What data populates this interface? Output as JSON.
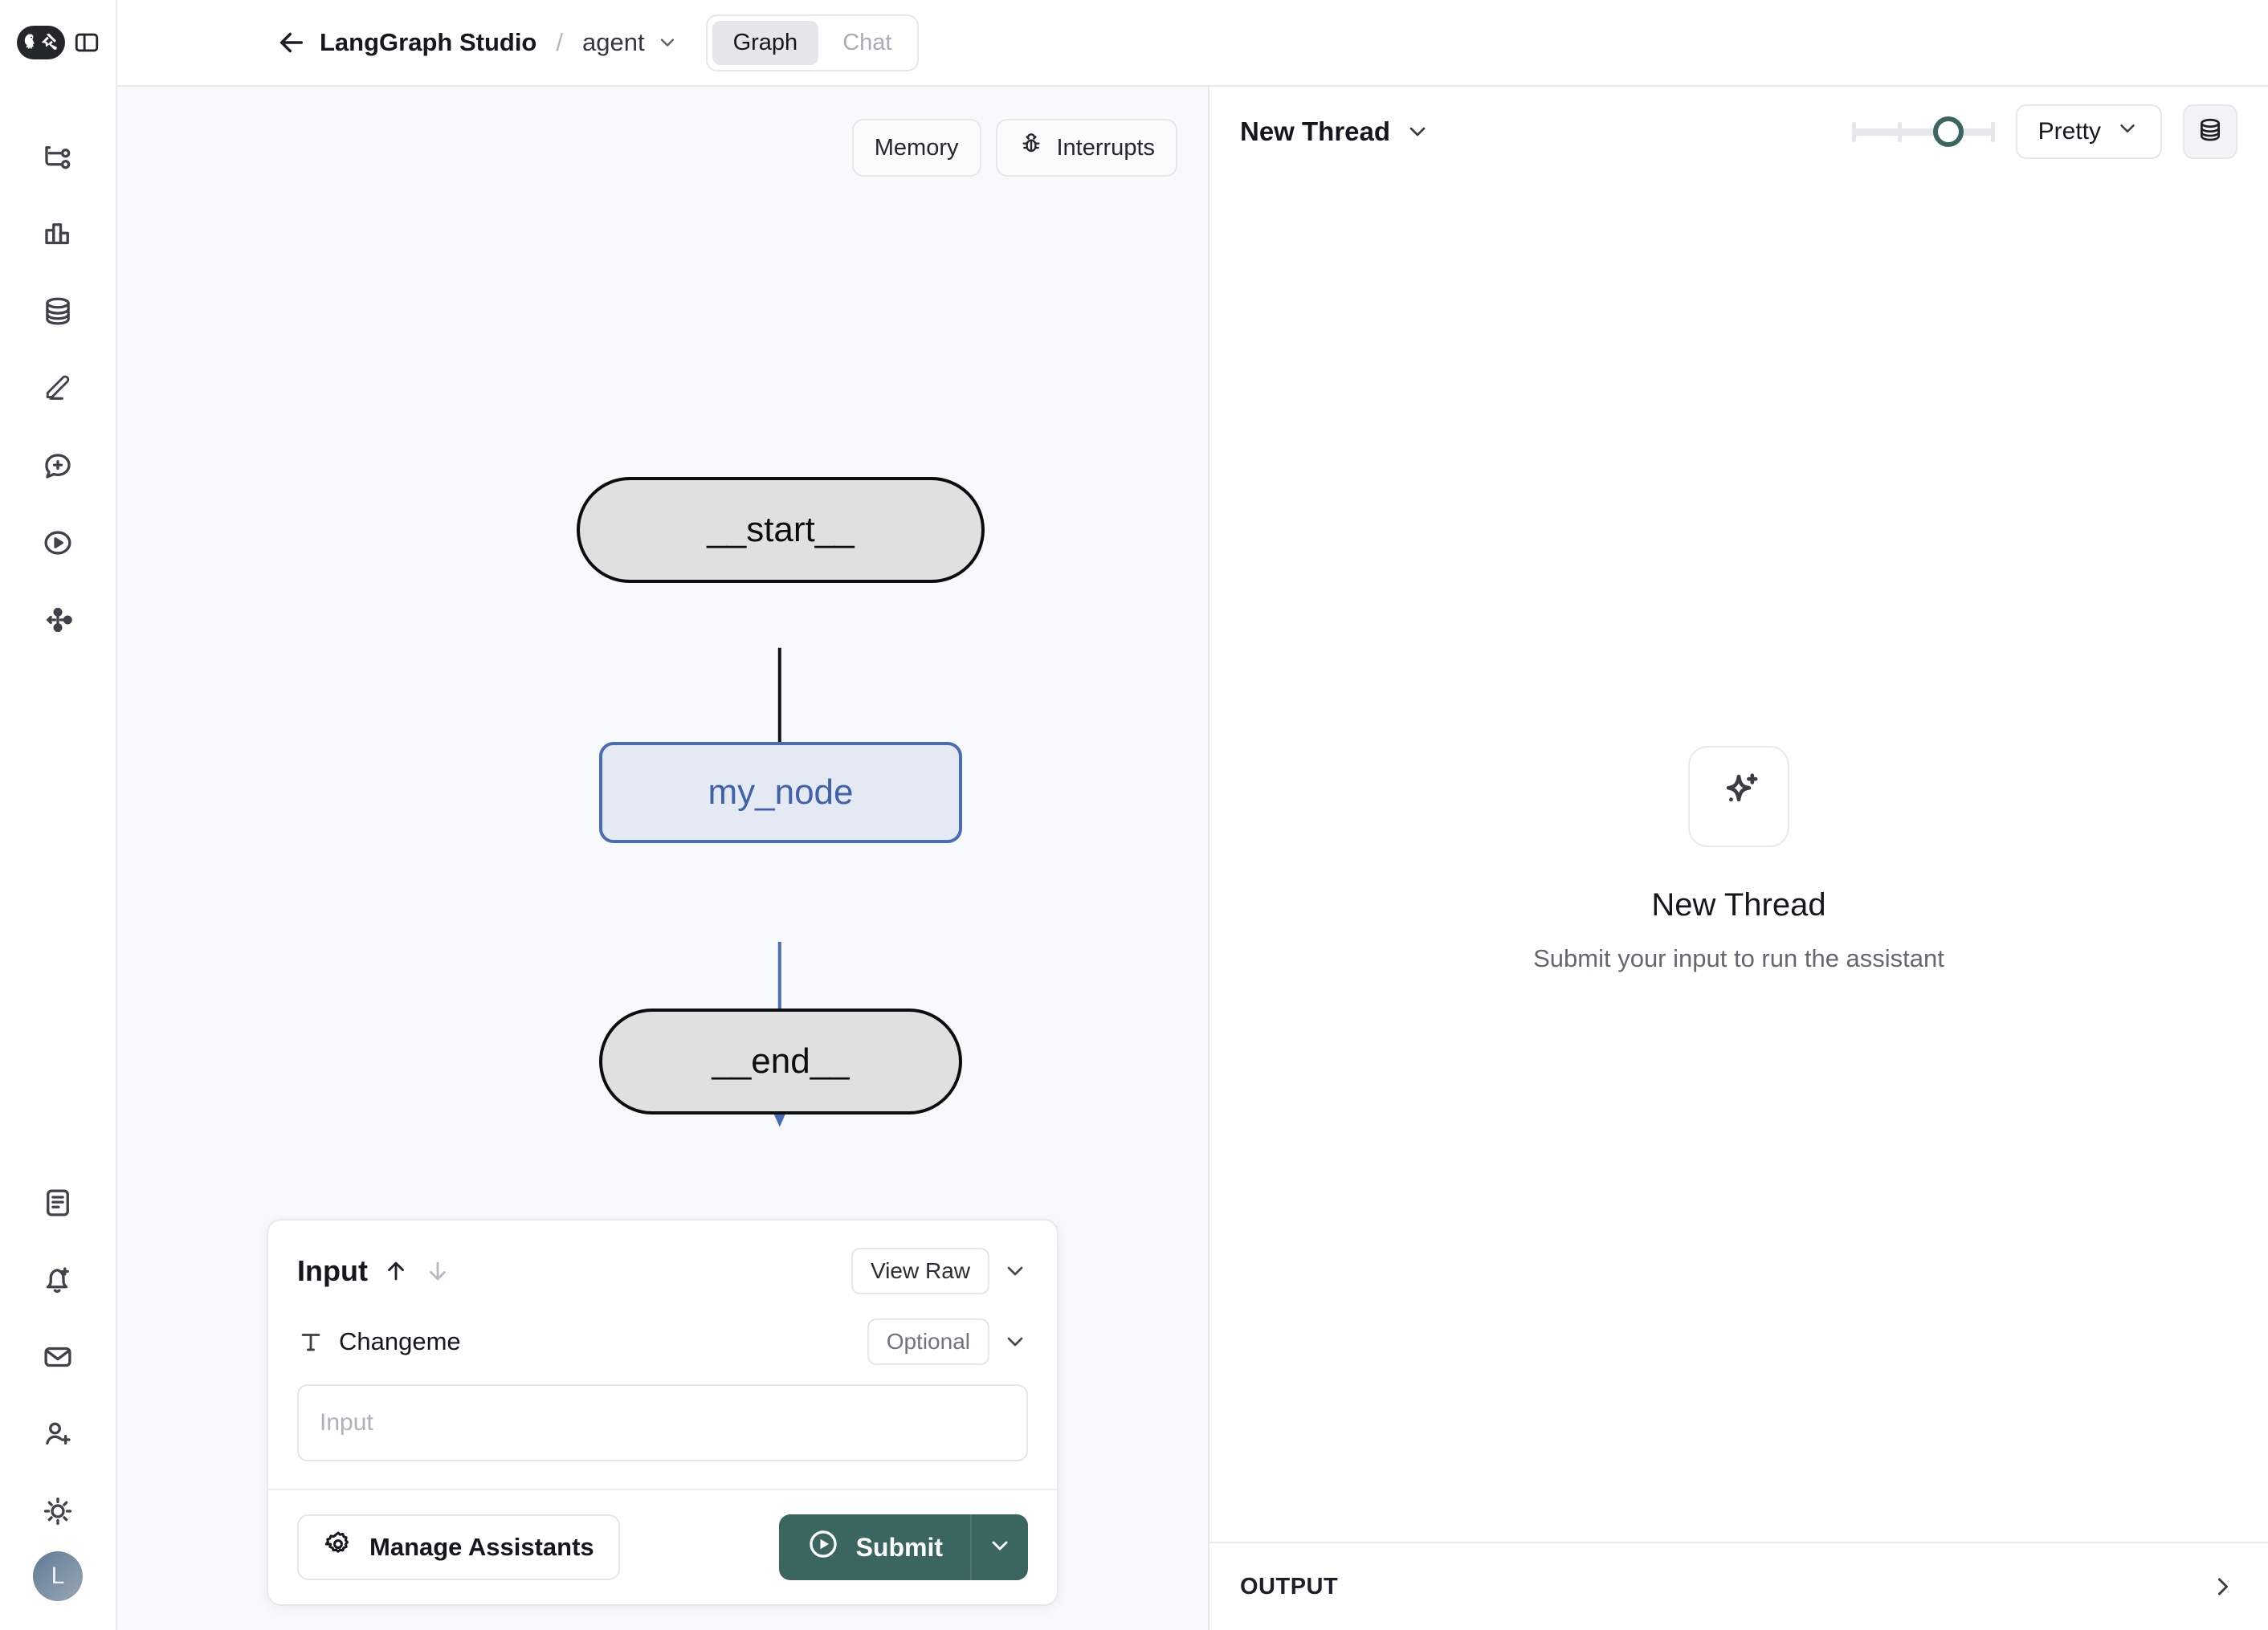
{
  "app": {
    "logo_icon": "langchain-parrot-tools-icon",
    "panel_toggle_icon": "sidebar-toggle-icon",
    "back_icon": "arrow-left-icon",
    "title": "LangGraph Studio",
    "breadcrumb_separator": "/",
    "assistant_name": "agent",
    "assistant_chevron_icon": "chevron-down-icon",
    "view_tabs": [
      {
        "label": "Graph",
        "active": true
      },
      {
        "label": "Chat",
        "active": false
      }
    ]
  },
  "rail": {
    "top_items": [
      {
        "icon": "graph-branch-icon",
        "name": "sidebar-item-graph"
      },
      {
        "icon": "bar-chart-icon",
        "name": "sidebar-item-analytics"
      },
      {
        "icon": "database-icon",
        "name": "sidebar-item-datasets"
      },
      {
        "icon": "pencil-icon",
        "name": "sidebar-item-annotate"
      },
      {
        "icon": "message-plus-icon",
        "name": "sidebar-item-prompts"
      },
      {
        "icon": "play-circle-icon",
        "name": "sidebar-item-playground"
      },
      {
        "icon": "share-nodes-icon",
        "name": "sidebar-item-deployments"
      }
    ],
    "bottom_items": [
      {
        "icon": "document-icon",
        "name": "sidebar-item-docs"
      },
      {
        "icon": "bell-plus-icon",
        "name": "sidebar-item-alerts"
      },
      {
        "icon": "envelope-icon",
        "name": "sidebar-item-inbox"
      },
      {
        "icon": "user-plus-icon",
        "name": "sidebar-item-invite"
      },
      {
        "icon": "sun-icon",
        "name": "sidebar-item-theme"
      }
    ],
    "avatar_initial": "L"
  },
  "graph": {
    "toolbar": [
      {
        "label": "Memory",
        "icon": null
      },
      {
        "label": "Interrupts",
        "icon": "bug-icon"
      }
    ],
    "nodes": [
      {
        "id": "start",
        "label": "__start__",
        "kind": "terminal"
      },
      {
        "id": "mid",
        "label": "my_node",
        "kind": "active"
      },
      {
        "id": "end",
        "label": "__end__",
        "kind": "terminal"
      }
    ],
    "edges": [
      {
        "from": "start",
        "to": "mid",
        "color": "#121317"
      },
      {
        "from": "mid",
        "to": "end",
        "color": "#4a6cb0"
      }
    ],
    "colors": {
      "canvas_background": "#f8f9fb",
      "terminal_fill": "#e0e0e1",
      "terminal_border": "#0c0d0f",
      "active_fill": "#e5e9f3",
      "active_border": "#4a6cb0",
      "active_text": "#3f62a8"
    }
  },
  "input_panel": {
    "title": "Input",
    "arrow_up_icon": "arrow-up-icon",
    "arrow_down_icon": "arrow-down-icon",
    "view_raw_label": "View Raw",
    "view_raw_chevron_icon": "chevron-down-icon",
    "field": {
      "type_icon": "text-type-icon",
      "label": "Changeme",
      "badge": "Optional",
      "badge_chevron_icon": "chevron-down-icon",
      "value": "",
      "placeholder": "Input"
    },
    "manage_button": {
      "label": "Manage Assistants",
      "icon": "gear-icon"
    },
    "submit_button": {
      "label": "Submit",
      "icon": "play-circle-icon",
      "split_chevron_icon": "chevron-down-icon",
      "color": "#3a6560"
    }
  },
  "thread_panel": {
    "thread_name": "New Thread",
    "thread_chevron_icon": "chevron-down-icon",
    "slider": {
      "value_percent": 68,
      "ticks": [
        0,
        33,
        100
      ],
      "accent": "#3a6560"
    },
    "format_select": {
      "value": "Pretty",
      "chevron_icon": "chevron-down-icon"
    },
    "store_button_icon": "database-icon",
    "empty_state": {
      "icon": "sparkles-icon",
      "title": "New Thread",
      "subtitle": "Submit your input to run the assistant"
    },
    "output_bar": {
      "label": "OUTPUT",
      "chevron_icon": "chevron-right-icon"
    }
  }
}
